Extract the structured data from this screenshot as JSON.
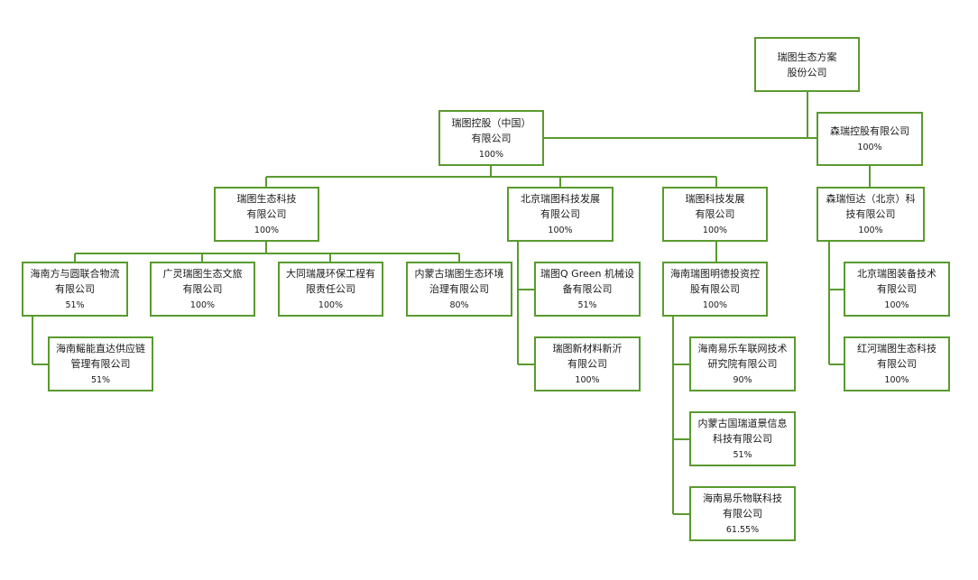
{
  "line_color": "#5a9a2f",
  "nodes": {
    "ruitu_eco": {
      "name": "瑞图生态方案\n股份公司",
      "pct": ""
    },
    "ruitu_holding": {
      "name": "瑞图控股（中国）\n有限公司",
      "pct": "100%"
    },
    "senrui_holding": {
      "name": "森瑞控股有限公司",
      "pct": "100%"
    },
    "ruitu_tech": {
      "name": "瑞图生态科技\n有限公司",
      "pct": "100%"
    },
    "bj_ruitu_tech_dev": {
      "name": "北京瑞图科技发展\n有限公司",
      "pct": "100%"
    },
    "ruitu_tech_dev": {
      "name": "瑞图科技发展\n有限公司",
      "pct": "100%"
    },
    "senrui_hengda": {
      "name": "森瑞恒达（北京）科\n技有限公司",
      "pct": "100%"
    },
    "hn_fangyu": {
      "name": "海南方与圆联合物流\n有限公司",
      "pct": "51%"
    },
    "gl_tourism": {
      "name": "广灵瑞图生态文旅\n有限公司",
      "pct": "100%"
    },
    "dt_env": {
      "name": "大同瑞晟环保工程有\n限责任公司",
      "pct": "100%"
    },
    "nm_env": {
      "name": "内蒙古瑞图生态环境\n治理有限公司",
      "pct": "80%"
    },
    "qgreen": {
      "name": "瑞图Q Green 机械设\n备有限公司",
      "pct": "51%"
    },
    "new_material": {
      "name": "瑞图新材料新沂\n有限公司",
      "pct": "100%"
    },
    "hn_mingde": {
      "name": "海南瑞图明德投资控\n股有限公司",
      "pct": "100%"
    },
    "bj_equipment": {
      "name": "北京瑞图装备技术\n有限公司",
      "pct": "100%"
    },
    "hh_eco_tech": {
      "name": "红河瑞图生态科技\n有限公司",
      "pct": "100%"
    },
    "hn_supply": {
      "name": "海南鳐能直达供应链\n管理有限公司",
      "pct": "51%"
    },
    "hn_iov_inst": {
      "name": "海南易乐车联网技术\n研究院有限公司",
      "pct": "90%"
    },
    "nm_info": {
      "name": "内蒙古国瑞道景信息\n科技有限公司",
      "pct": "51%"
    },
    "hn_iot": {
      "name": "海南易乐物联科技\n有限公司",
      "pct": "61.55%"
    }
  }
}
